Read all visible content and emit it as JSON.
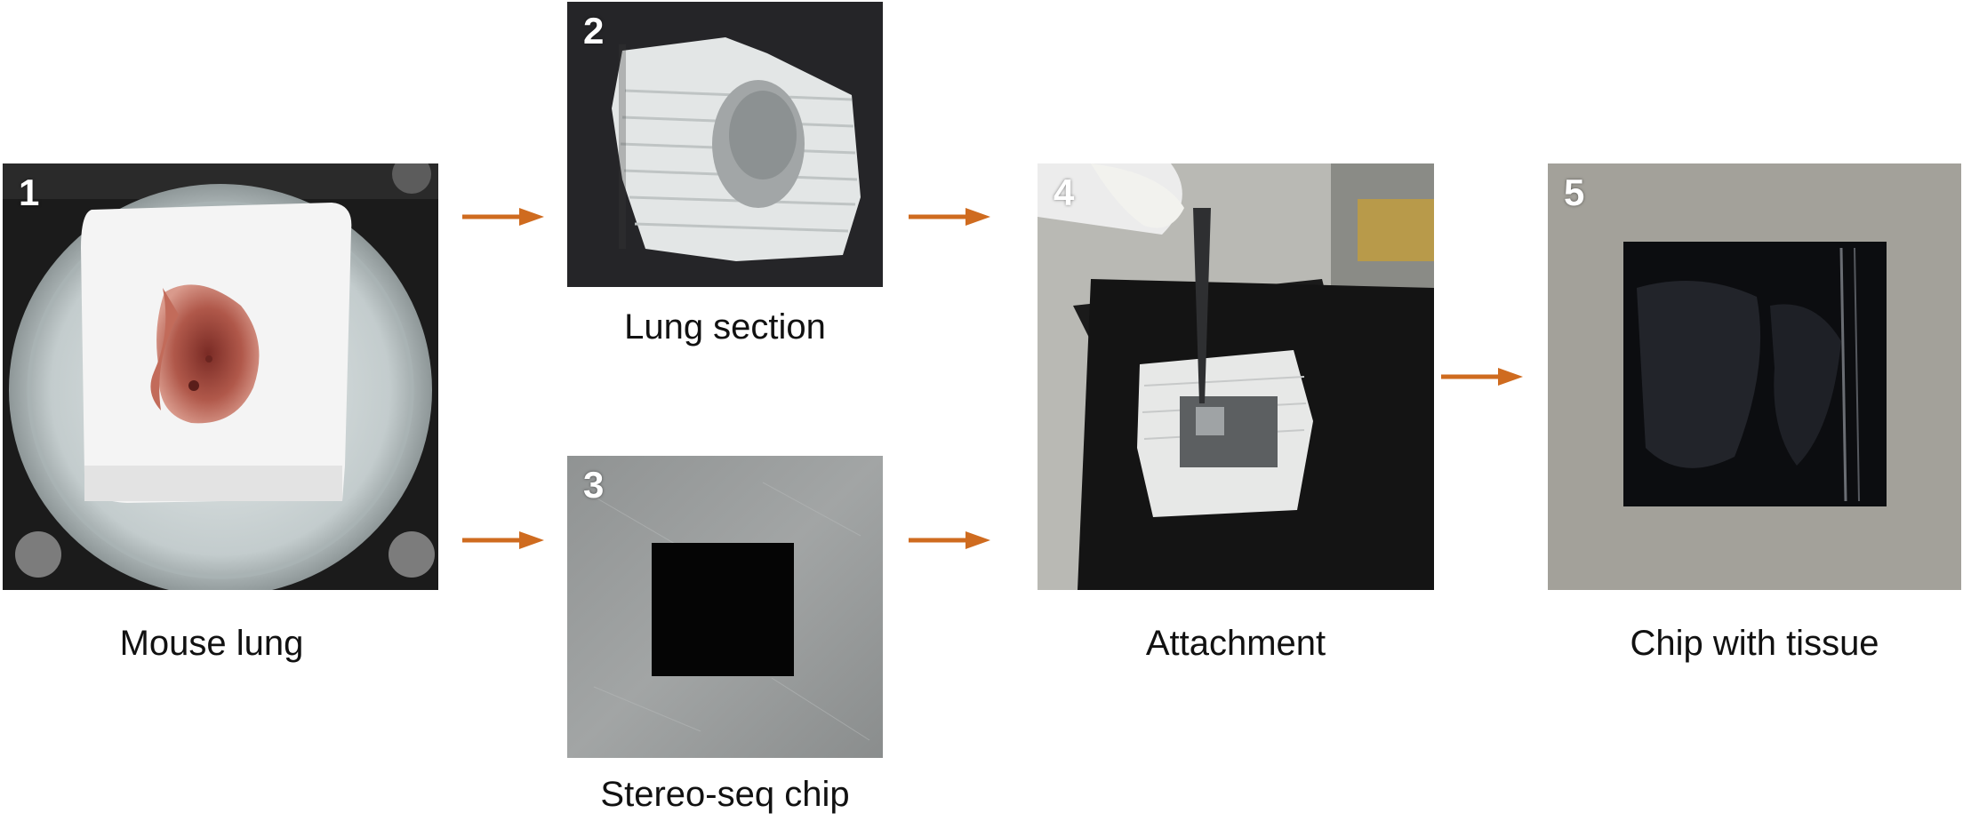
{
  "steps": [
    {
      "number": "1",
      "caption": "Mouse lung"
    },
    {
      "number": "2",
      "caption": "Lung section"
    },
    {
      "number": "3",
      "caption": "Stereo-seq chip"
    },
    {
      "number": "4",
      "caption": "Attachment"
    },
    {
      "number": "5",
      "caption": "Chip with tissue"
    }
  ],
  "colors": {
    "arrow": "#cf6b1f",
    "caption": "#111111",
    "label": "#ffffff"
  }
}
